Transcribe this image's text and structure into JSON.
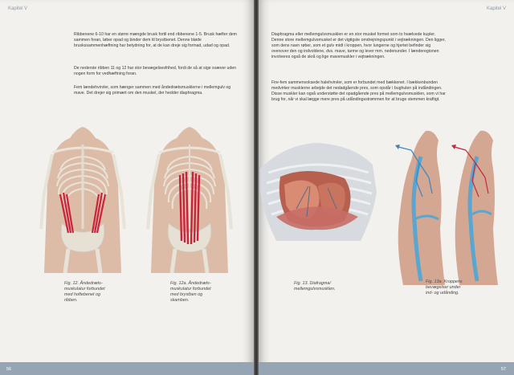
{
  "left_page": {
    "header": "Kapitel V",
    "paragraphs": [
      "Ribbenene 6-10 har en større mængde brusk fortil end ribbenene 1-5. Brusk hæfter dem sammen foran, løber opad og binder dem til brystbenet. Denne bløde bruskssammenhæftning har betydning for, at de kan dreje sig formad, udad og opad.",
      "De nederste ribben 11 og 12 har stor bevægelsesfrihed, fordi de så at sige svæver uden nogen form for vedhæftning foran.",
      "Fem lændehvirvler, som hænger sammen med åndedrætsmusklerne i mellemgulv og mave. Det drejer sig primært om den muskel, der hedder diaphragma."
    ],
    "figures": [
      {
        "caption": "Fig. 12. Åndedræts-\nmuskulatur forbundet\nmed hoftebenet og\nribben."
      },
      {
        "caption": "Fig. 12a. Åndedræts-\nmuskulatur forbundet\nmed brystben og\nskamben."
      }
    ],
    "page_number": "56"
  },
  "right_page": {
    "header": "Kapitel V",
    "paragraphs": [
      "Diaphragma eller mellemgulvsmusklen er en stor muskel formet som to hvælvede kupler. Denne store mellemgulvsmuskel er det vigtigste omdrejningspunkt i vejtrækningen. Den ligger, som dens navn røber, som et gulv midt i kroppen, hvor lungerne og hjertet befinder sig ovenover den og indvoldene, dvs. mave, tarme og lever mm. nedenunder. I lænderegionen involveres også de skrå og lige mavemuskler i vejtrækningen.",
      "Fire-fem sammenvoksede halehvirvler, som er forbundet med bækkenet. I bækkenbunden medvirker musklerne arbejde det nedadgående pres, som opstår i bughulen på indåndingen. Disse muskler kan også understøtte det opadgående pres på mellemgulvsmusklen, som vi har brug for, når vi skal lægge mere pres på udåndingsstrømmen for at bruge stemmen kraftigt."
    ],
    "figures": [
      {
        "caption": "Fig. 13. Diafragma/\nmellemgulvsmusklen."
      },
      {
        "caption": "Fig. 13a. Kroppens\nbevægelser under\nind- og udånding."
      }
    ],
    "page_number": "57"
  },
  "colors": {
    "paper": "#f3f1ed",
    "footer": "#95a5b3",
    "muscle": "#c8253c",
    "skin": "#d8b39a",
    "bone": "#e9e4da",
    "blue": "#5aa6cf"
  }
}
